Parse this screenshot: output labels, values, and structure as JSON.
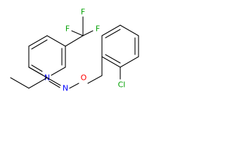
{
  "molecule": {
    "atom_labels": {
      "pyridine_n": "N",
      "oxime_n": "N",
      "oxime_o": "O",
      "chloro": "Cl",
      "f_top": "F",
      "f_left": "F",
      "f_right": "F"
    },
    "colors": {
      "bond": "#000000",
      "nitrogen": "#0000ff",
      "oxygen": "#ff0000",
      "chlorine": "#00a000",
      "fluorine": "#00a000"
    }
  }
}
